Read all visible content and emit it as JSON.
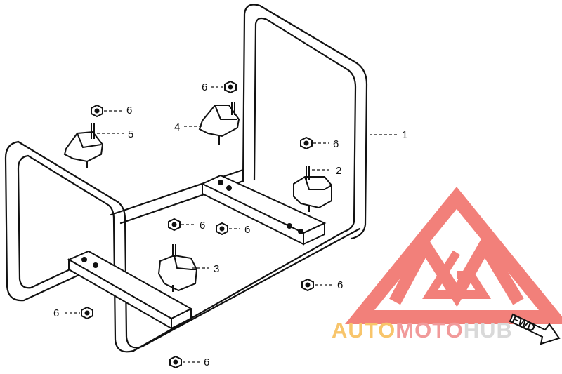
{
  "diagram": {
    "callouts": [
      {
        "id": "frame",
        "label": "1"
      },
      {
        "id": "mount-rear-right",
        "label": "2"
      },
      {
        "id": "mount-front-center",
        "label": "3"
      },
      {
        "id": "mount-rear-left-top",
        "label": "4"
      },
      {
        "id": "mount-left",
        "label": "5"
      },
      {
        "id": "nut",
        "label": "6"
      }
    ],
    "direction_label": "FWD"
  },
  "watermark": {
    "text_part1": "AUTO",
    "text_part2": "MOTO",
    "text_part3": "HUB",
    "color_part1": "#f8c56b",
    "color_part2": "#f19a9a",
    "color_part3": "#d9d9d9",
    "logo_color": "#f06b63"
  }
}
